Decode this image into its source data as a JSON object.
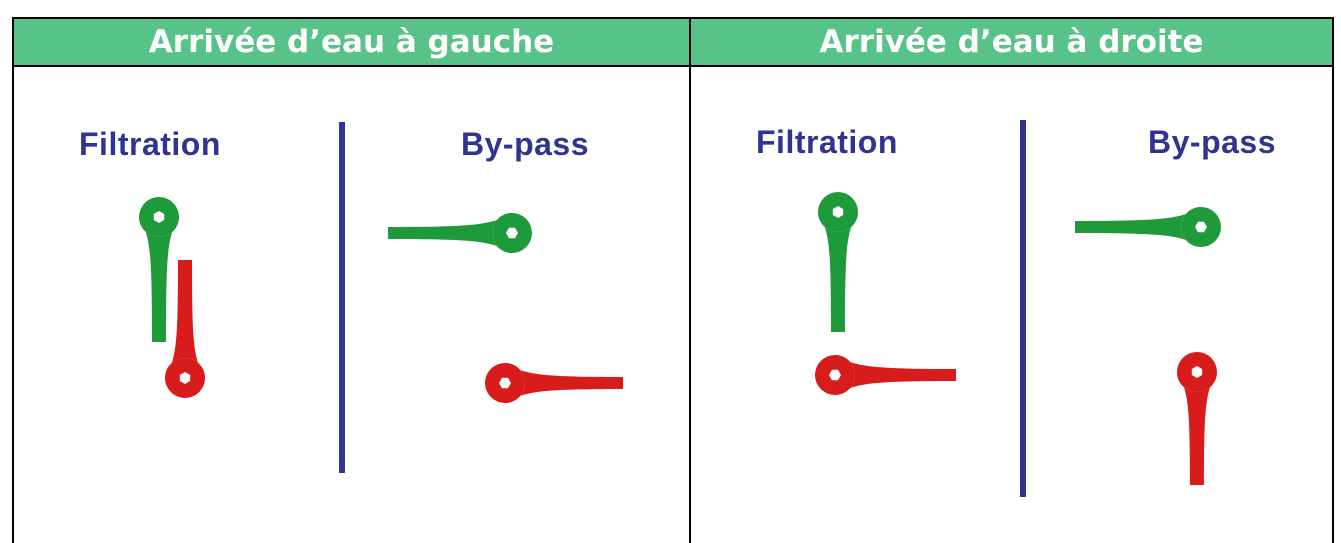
{
  "columns": [
    {
      "title": "Arrivée d’eau à gauche",
      "filtration_label": "Filtration",
      "bypass_label": "By-pass"
    },
    {
      "title": "Arrivée d’eau à droite",
      "filtration_label": "Filtration",
      "bypass_label": "By-pass"
    }
  ],
  "colors": {
    "header_bg": "#57c389",
    "divider": "#2e3490",
    "valve_green": "#1f9a3a",
    "valve_red": "#d81c1c",
    "label_text": "#2e3490"
  },
  "icons": [
    "valve-handle-icon"
  ]
}
